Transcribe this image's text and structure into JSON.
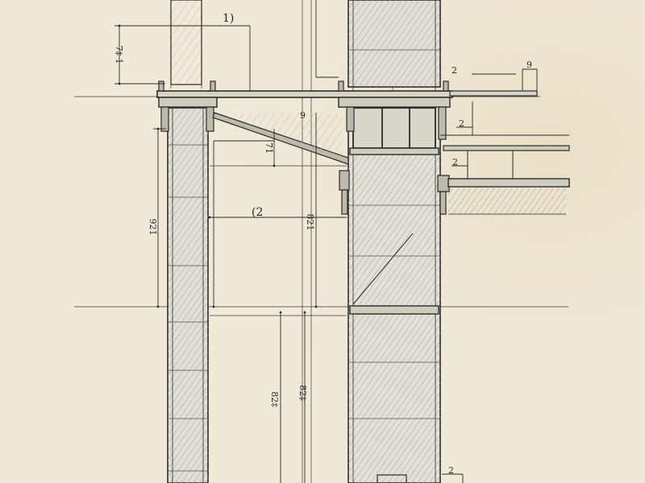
{
  "drawing": {
    "paper_color": "#efe9d8",
    "ink_color": "#2a2a2a",
    "shade_color": "#9a9a9a",
    "labels": {
      "callout_1": "1)",
      "callout_2": "(2",
      "dim_left_top": "7‡ 1",
      "dim_left_col": "921",
      "dim_mid_small": "71",
      "dim_mid_tall": "821",
      "dim_bottom_a": "82‡",
      "dim_bottom_b": "82‡",
      "dim_top_right": "9",
      "dim_right_a": "2",
      "dim_right_b": "2",
      "dim_right_c": "2",
      "dim_bracket_top": "9",
      "dim_right_small": "2"
    }
  }
}
